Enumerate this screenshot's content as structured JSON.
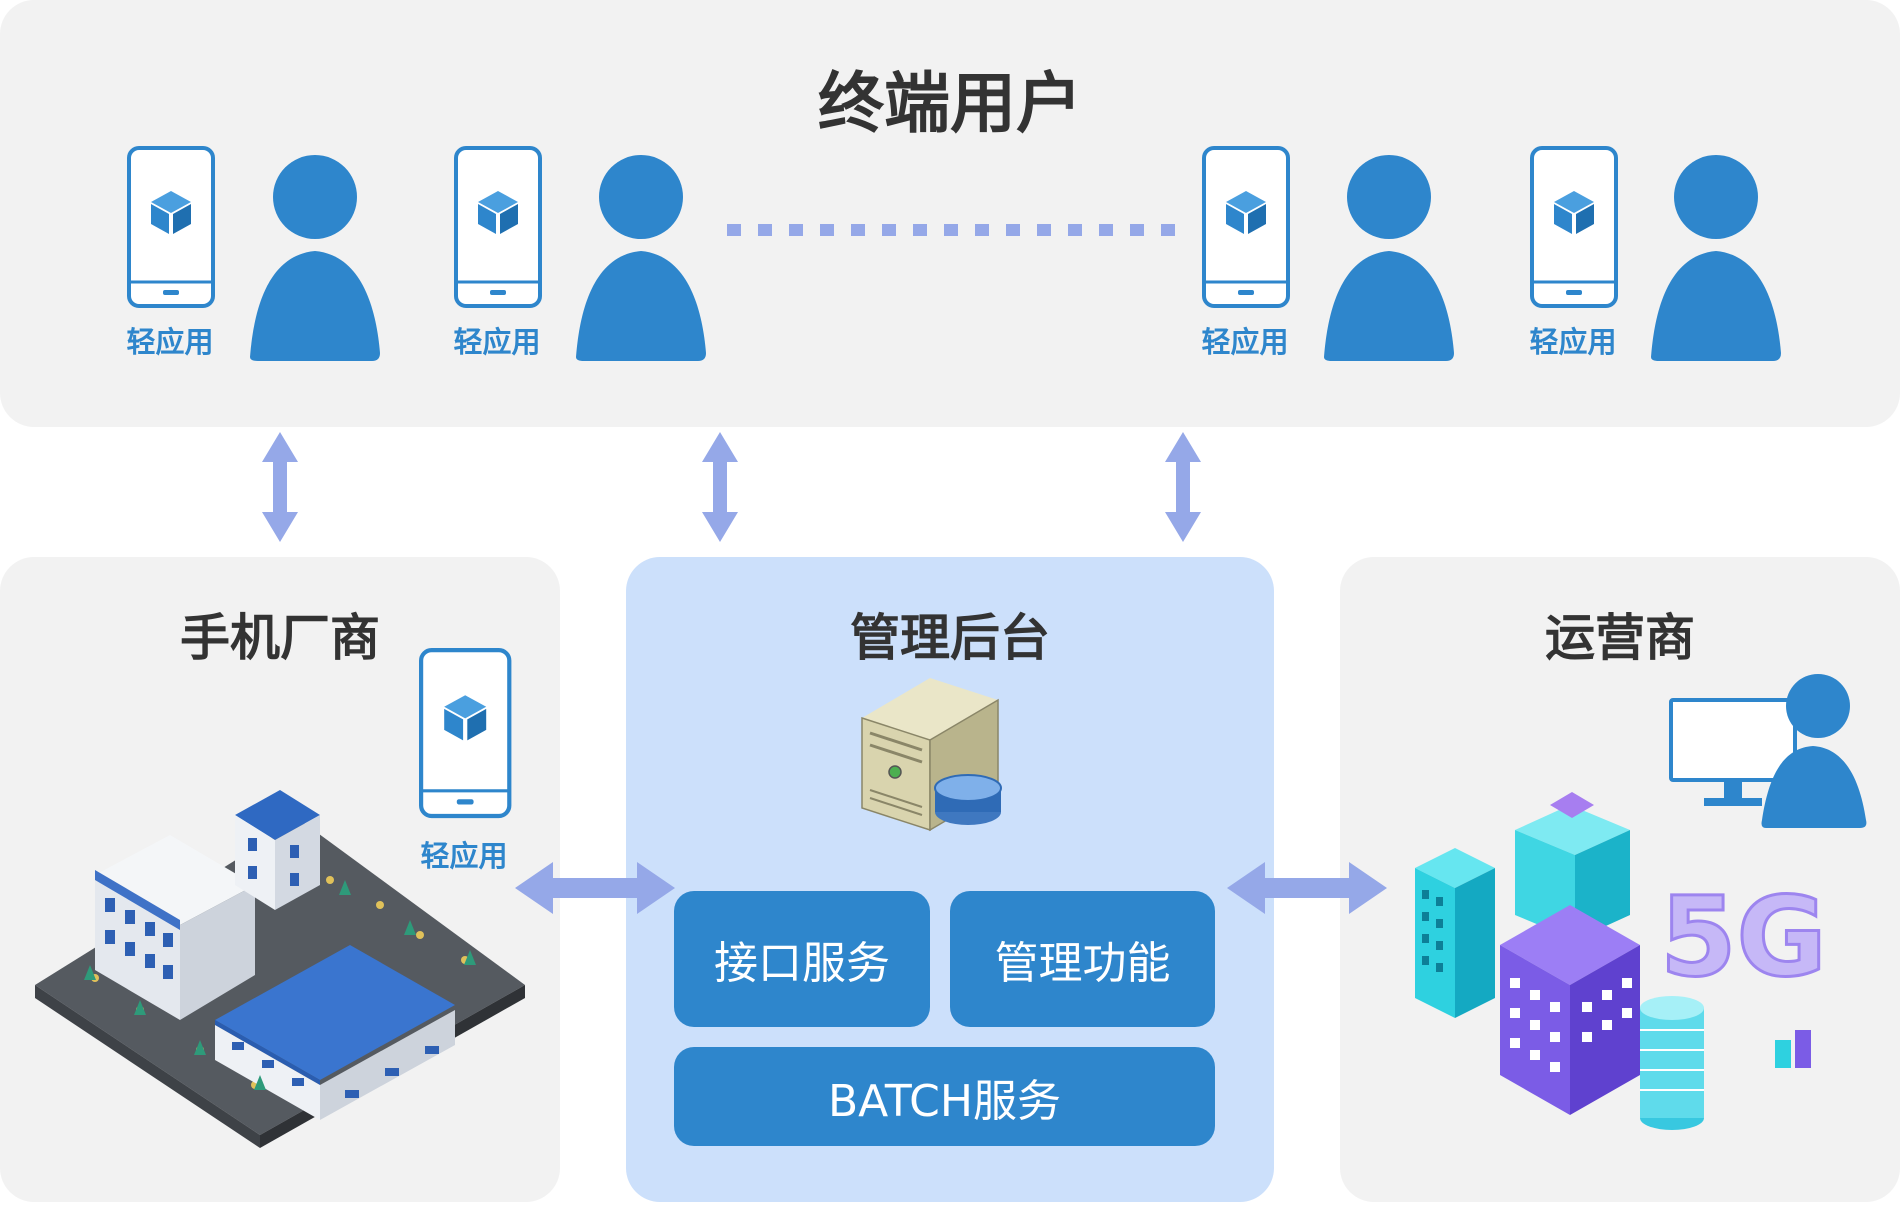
{
  "colors": {
    "panel_bg": "#f2f2f2",
    "admin_bg": "#cce0fb",
    "brand_blue": "#2e86cc",
    "arrow": "#95a8e8",
    "title_text": "#333333"
  },
  "top": {
    "title": "终端用户",
    "users": [
      {
        "app_label": "轻应用",
        "icons": [
          "phone-icon",
          "cube-icon",
          "user-icon"
        ]
      },
      {
        "app_label": "轻应用",
        "icons": [
          "phone-icon",
          "cube-icon",
          "user-icon"
        ]
      },
      {
        "app_label": "轻应用",
        "icons": [
          "phone-icon",
          "cube-icon",
          "user-icon"
        ]
      },
      {
        "app_label": "轻应用",
        "icons": [
          "phone-icon",
          "cube-icon",
          "user-icon"
        ]
      }
    ],
    "ellipsis_icon": "dotted-line"
  },
  "left": {
    "title": "手机厂商",
    "app_label": "轻应用",
    "icons": [
      "phone-icon",
      "cube-icon",
      "factory-illustration"
    ]
  },
  "center": {
    "title": "管理后台",
    "icons": [
      "server-database-icon"
    ],
    "services": {
      "interface": "接口服务",
      "management": "管理功能",
      "batch": "BATCH服务"
    }
  },
  "right": {
    "title": "运营商",
    "icons": [
      "monitor-user-icon",
      "city-5g-illustration"
    ]
  }
}
